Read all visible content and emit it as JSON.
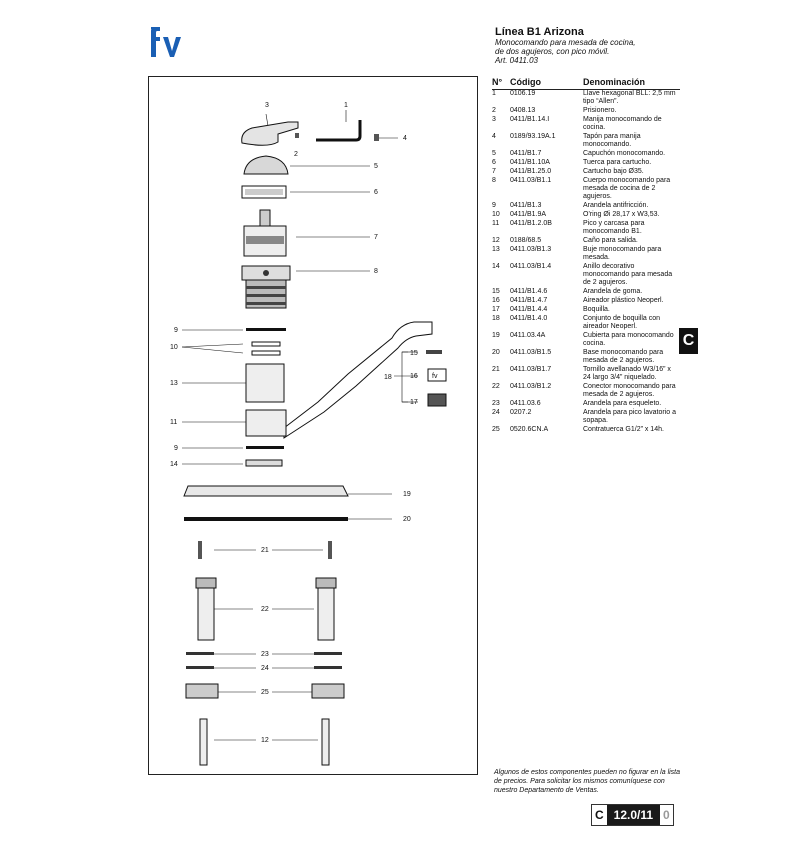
{
  "brand": {
    "logo_text": "fv"
  },
  "header": {
    "title": "Línea B1 Arizona",
    "subtitle_lines": [
      "Monocomando para mesada de cocina,",
      "de dos agujeros, con pico móvil.",
      "Art. 0411.03"
    ]
  },
  "table": {
    "headers": [
      "N°",
      "Código",
      "Denominación"
    ],
    "rows": [
      {
        "n": "1",
        "code": "0106.19",
        "desc": "Llave hexagonal BLL: 2,5 mm tipo “Allen”."
      },
      {
        "n": "2",
        "code": "0408.13",
        "desc": "Prisionero."
      },
      {
        "n": "3",
        "code": "0411/B1.14.I",
        "desc": "Manija monocomando de cocina."
      },
      {
        "n": "4",
        "code": "0189/93.19A.1",
        "desc": "Tapón para manija monocomando."
      },
      {
        "n": "5",
        "code": "0411/B1.7",
        "desc": "Capuchón monocomando."
      },
      {
        "n": "6",
        "code": "0411/B1.10A",
        "desc": "Tuerca para cartucho."
      },
      {
        "n": "7",
        "code": "0411/B1.25.0",
        "desc": "Cartucho bajo Ø35."
      },
      {
        "n": "8",
        "code": "0411.03/B1.1",
        "desc": "Cuerpo monocomando para mesada de cocina de 2 agujeros."
      },
      {
        "n": "9",
        "code": "0411/B1.3",
        "desc": "Arandela antifricción."
      },
      {
        "n": "10",
        "code": "0411/B1.9A",
        "desc": "O'ring Øi 28,17 x W3,53."
      },
      {
        "n": "11",
        "code": "0411/B1.2.0B",
        "desc": "Pico y carcasa para monocomando B1."
      },
      {
        "n": "12",
        "code": "0188/68.5",
        "desc": "Caño para salida."
      },
      {
        "n": "13",
        "code": "0411.03/B1.3",
        "desc": "Buje monocomando para mesada."
      },
      {
        "n": "14",
        "code": "0411.03/B1.4",
        "desc": "Anillo decorativo monocomando para mesada de 2 agujeros."
      },
      {
        "n": "15",
        "code": "0411/B1.4.6",
        "desc": "Arandela de goma."
      },
      {
        "n": "16",
        "code": "0411/B1.4.7",
        "desc": "Aireador plástico Neoperl."
      },
      {
        "n": "17",
        "code": "0411/B1.4.4",
        "desc": "Boquilla."
      },
      {
        "n": "18",
        "code": "0411/B1.4.0",
        "desc": "Conjunto de boquilla con aireador Neoperl."
      },
      {
        "n": "19",
        "code": "0411.03.4A",
        "desc": "Cubierta para monocomando cocina."
      },
      {
        "n": "20",
        "code": "0411.03/B1.5",
        "desc": "Base monocomando para mesada de 2 agujeros."
      },
      {
        "n": "21",
        "code": "0411.03/B1.7",
        "desc": "Tornillo avellanado W3/16” x 24 largo 3/4” niquelado."
      },
      {
        "n": "22",
        "code": "0411.03/B1.2",
        "desc": "Conector monocomando para mesada de 2 agujeros."
      },
      {
        "n": "23",
        "code": "0411.03.6",
        "desc": "Arandela para esqueleto."
      },
      {
        "n": "24",
        "code": "0207.2",
        "desc": "Arandela para pico lavatorio a sopapa."
      },
      {
        "n": "25",
        "code": "0520.6CN.A",
        "desc": "Contratuerca G1/2” x 14h."
      }
    ]
  },
  "diagram_labels": {
    "l1": "1",
    "l2": "2",
    "l3": "3",
    "l4": "4",
    "l5": "5",
    "l6": "6",
    "l7": "7",
    "l8": "8",
    "l9a": "9",
    "l10": "10",
    "l13": "13",
    "l11": "11",
    "l9b": "9",
    "l14": "14",
    "l15": "15",
    "l16": "16",
    "l17": "17",
    "l18": "18",
    "l19": "19",
    "l20": "20",
    "l21": "21",
    "l22": "22",
    "l23": "23",
    "l24": "24",
    "l25": "25",
    "l12": "12",
    "aerator_text": "fv"
  },
  "section_tab": "C",
  "footer_note": "Algunos de estos componentes pueden no figurar en la lista de precios. Para solicitar los mismos comuníquese con nuestro Departamento de Ventas.",
  "page_number": {
    "prefix": "C",
    "number": "12.0/11",
    "suffix": "0"
  },
  "colors": {
    "brand_blue": "#1a5fb4",
    "ink": "#111111",
    "part_gray": "#9a9a9a"
  }
}
